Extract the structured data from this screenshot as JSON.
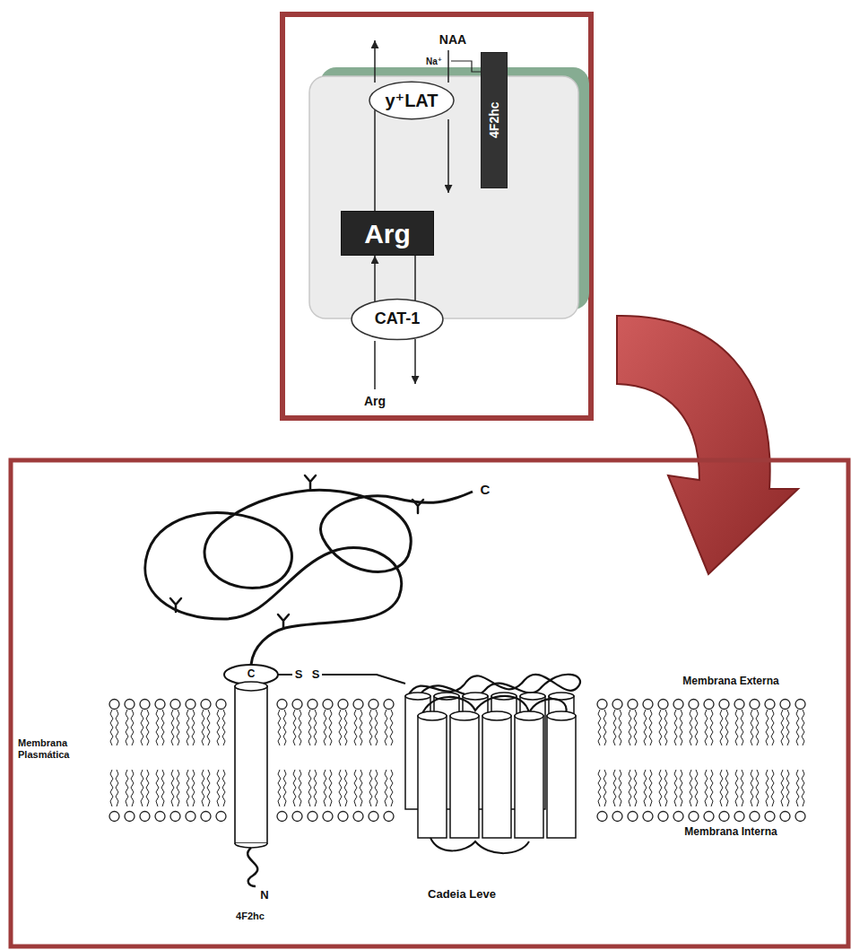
{
  "diagram": {
    "nodes": [
      {
        "text": [
          "y⁺LAT"
        ]
      },
      {
        "text": [
          "4F2hc"
        ]
      },
      {
        "text": [
          "Arg"
        ]
      },
      {
        "text": [
          "CAT-1"
        ]
      }
    ],
    "edges": [
      {
        "from": 2,
        "to": 0,
        "arrow": "none"
      },
      {
        "from": 3,
        "to": 2,
        "arrow": "to"
      },
      {
        "from": 2,
        "to": 3,
        "arrow": "none"
      }
    ],
    "labels": [
      "NAA",
      "Na⁺",
      "Arg",
      "C",
      "C",
      "S",
      "S",
      "Membrana Externa",
      "Membrana Plasmática",
      "Membrana Interna",
      "Cadeia Leve",
      "N",
      "4F2hc"
    ]
  }
}
